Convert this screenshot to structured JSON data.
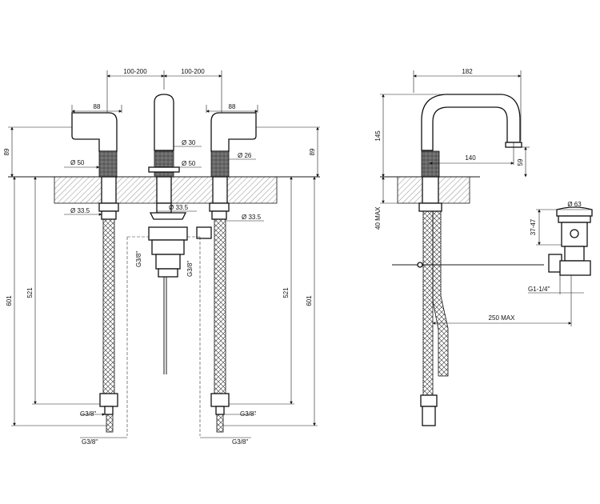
{
  "front_view": {
    "spacing_left": "100-200",
    "spacing_right": "100-200",
    "handle_width_left": "88",
    "handle_width_right": "88",
    "height_left": "89",
    "height_right": "89",
    "handle_base_diam": "Ø 50",
    "spout_diam": "Ø 30",
    "spout_base_diam": "Ø 50",
    "handle_base_diam_right": "Ø 26",
    "nut_diam_left": "Ø 33.5",
    "nut_diam_center": "Ø 33.5",
    "nut_diam_right": "Ø 33.5",
    "drain_thread_left": "G3/8\"",
    "drain_thread_right": "G3/8\"",
    "hose_length_left": "521",
    "hose_length_right": "521",
    "total_length_left": "601",
    "total_length_right": "601",
    "thread_upper_left": "G3/8\"",
    "thread_upper_right": "G3/8\"",
    "thread_lower_left": "G3/8\"",
    "thread_lower_right": "G3/8\""
  },
  "side_view": {
    "reach": "182",
    "height": "145",
    "spout_projection": "140",
    "outlet_height": "59",
    "deck_max": "40 MAX",
    "waste_diam": "Ø 63",
    "waste_height": "37-47",
    "waste_thread": "G1-1/4\"",
    "rod_length": "250 MAX"
  }
}
